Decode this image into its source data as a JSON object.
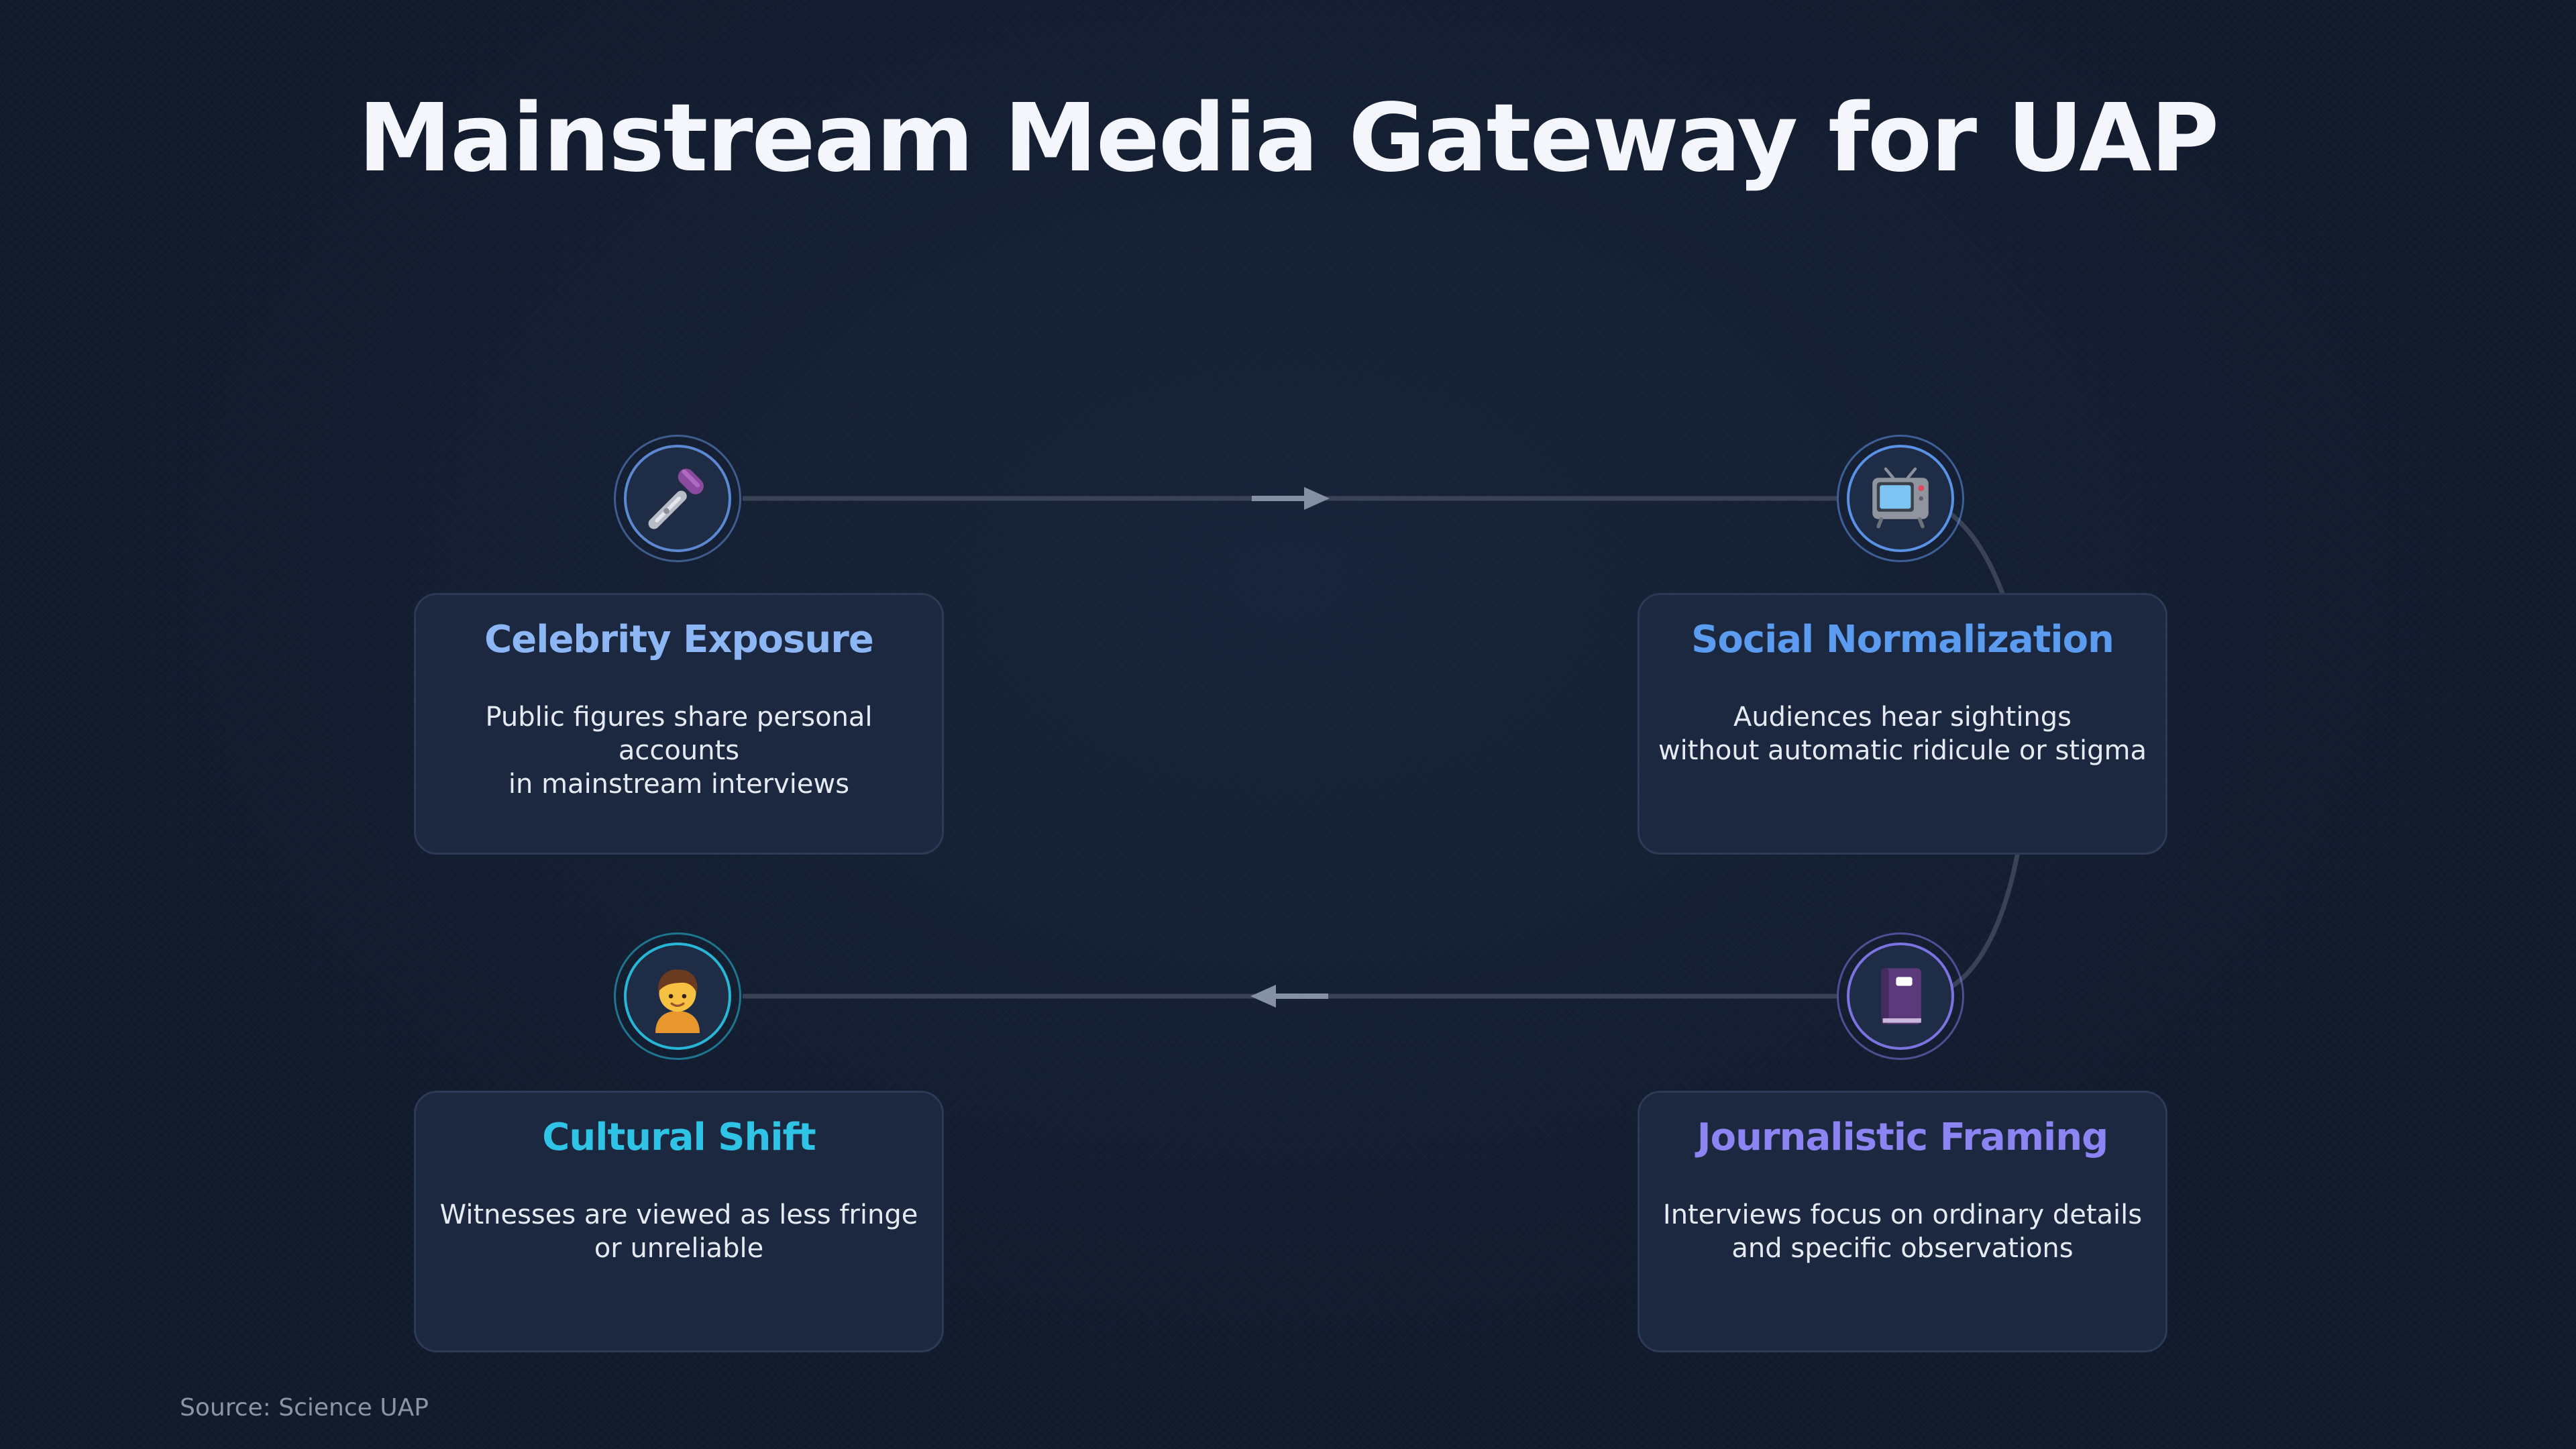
{
  "title": "Mainstream Media Gateway for UAP",
  "steps": [
    {
      "title": "Celebrity Exposure",
      "lines": [
        "Public figures share personal accounts",
        "in mainstream interviews"
      ],
      "icon": "microphone-icon",
      "accent": "#8db6f5"
    },
    {
      "title": "Social Normalization",
      "lines": [
        "Audiences hear sightings",
        "without automatic ridicule or stigma"
      ],
      "icon": "television-icon",
      "accent": "#5b9bf0"
    },
    {
      "title": "Journalistic Framing",
      "lines": [
        "Interviews focus on ordinary details",
        "and specific observations"
      ],
      "icon": "notebook-icon",
      "accent": "#8b84f2"
    },
    {
      "title": "Cultural Shift",
      "lines": [
        "Witnesses are viewed as less fringe",
        "or unreliable"
      ],
      "icon": "person-icon",
      "accent": "#2fc4e6"
    }
  ],
  "source": "Source: Science UAP",
  "colors": {
    "background": "#111a2c",
    "card": "#1c2840",
    "connector": "#3a4356",
    "arrow": "#8590a3"
  }
}
